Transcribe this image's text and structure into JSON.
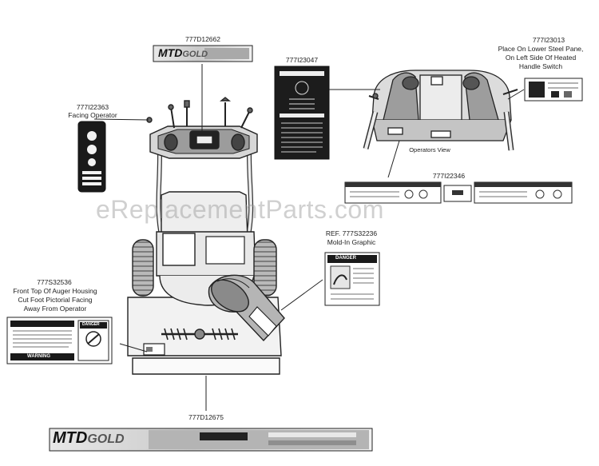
{
  "labels": {
    "top_decal": "777D12662",
    "facing_operator_part": "777I22363",
    "facing_operator_note": "Facing Operator",
    "center_decal": "777I23047",
    "heated_handle_part": "777I23013",
    "heated_handle_note_1": "Place On Lower Steel Pane,",
    "heated_handle_note_2": "On Left Side Of Heated",
    "heated_handle_note_3": "Handle Switch",
    "operators_view": "Operators View",
    "control_panel_part": "777I22346",
    "molded_ref": "REF. 777S32236",
    "molded_note": "Mold-In Graphic",
    "auger_part": "777S32536",
    "auger_note_1": "Front Top Of Auger Housing",
    "auger_note_2": "Cut Foot Pictorial Facing",
    "auger_note_3": "Away From Operator",
    "bottom_decal": "777D12675"
  },
  "decal_text": {
    "mtd_brand": "MTD",
    "gold_brand": "GOLD",
    "danger": "DANGER",
    "warning": "WARNING"
  },
  "watermark": "eReplacementParts.com",
  "colors": {
    "line": "#222222",
    "body_fill": "#e6e6e6",
    "dark_fill": "#555555",
    "watermark": "#969696"
  }
}
